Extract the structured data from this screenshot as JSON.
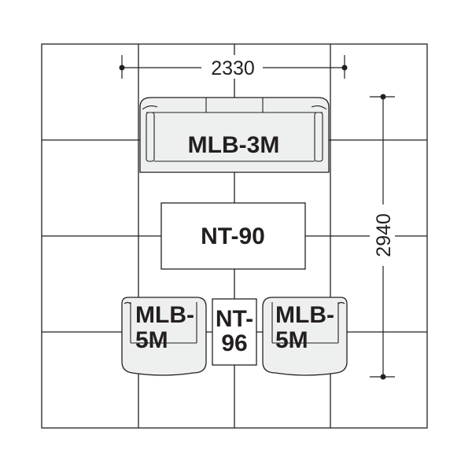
{
  "dimensions": {
    "width_label": "2330",
    "depth_label": "2940"
  },
  "items": {
    "sofa_3seat_label": "MLB-3M",
    "center_table_label": "NT-90",
    "left_chair_label_line1": "MLB-",
    "left_chair_label_line2": "5M",
    "side_table_label_line1": "NT-",
    "side_table_label_line2": "96",
    "right_chair_label_line1": "MLB-",
    "right_chair_label_line2": "5M"
  },
  "colors": {
    "upholstery": "#eef0ef",
    "line": "#231f20"
  }
}
